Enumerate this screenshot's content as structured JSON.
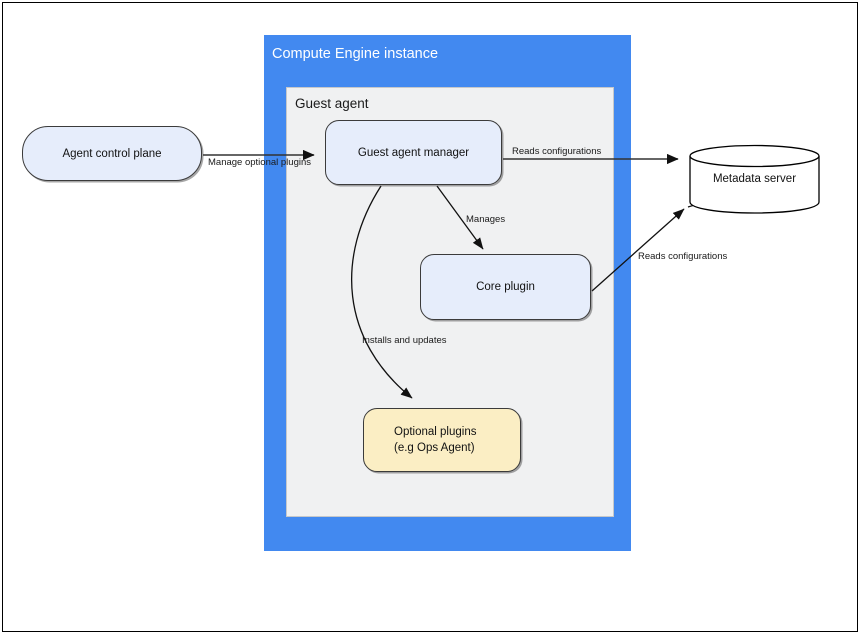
{
  "diagram": {
    "title_visible": false,
    "containers": {
      "compute_engine": {
        "label": "Compute Engine instance",
        "color": "#4289f0",
        "text_color": "#ffffff"
      },
      "guest_agent": {
        "label": "Guest agent",
        "color": "#f0f1f2",
        "text_color": "#1a1a1a"
      }
    },
    "nodes": {
      "agent_control_plane": {
        "label": "Agent control plane",
        "fill": "#e6edfb",
        "stroke": "#3b3b3b",
        "shape": "rounded-rect"
      },
      "guest_agent_manager": {
        "label": "Guest agent manager",
        "fill": "#e6edfb",
        "stroke": "#3b3b3b",
        "shape": "rounded-rect"
      },
      "core_plugin": {
        "label": "Core plugin",
        "fill": "#e6edfb",
        "stroke": "#3b3b3b",
        "shape": "rounded-rect"
      },
      "optional_plugins": {
        "label": "Optional plugins\n(e.g  Ops Agent)",
        "fill": "#fbeec4",
        "stroke": "#3b3b3b",
        "shape": "rounded-rect"
      },
      "metadata_server": {
        "label": "Metadata server",
        "fill": "#ffffff",
        "stroke": "#000000",
        "shape": "cylinder"
      }
    },
    "edges": [
      {
        "id": "agent-control-plane-to-guest-agent-manager",
        "label": "Manage optional plugins",
        "from": "agent_control_plane",
        "to": "guest_agent_manager",
        "style": "straight-arrow"
      },
      {
        "id": "guest-agent-manager-to-metadata-server",
        "label": "Reads configurations",
        "from": "guest_agent_manager",
        "to": "metadata_server",
        "style": "straight-arrow"
      },
      {
        "id": "guest-agent-manager-to-core-plugin",
        "label": "Manages",
        "from": "guest_agent_manager",
        "to": "core_plugin",
        "style": "straight-arrow"
      },
      {
        "id": "guest-agent-manager-to-optional-plugins",
        "label": "Installs and updates",
        "from": "guest_agent_manager",
        "to": "optional_plugins",
        "style": "curved-arrow"
      },
      {
        "id": "core-plugin-to-metadata-server",
        "label": "Reads configurations",
        "from": "core_plugin",
        "to": "metadata_server",
        "style": "straight-arrow"
      }
    ]
  }
}
